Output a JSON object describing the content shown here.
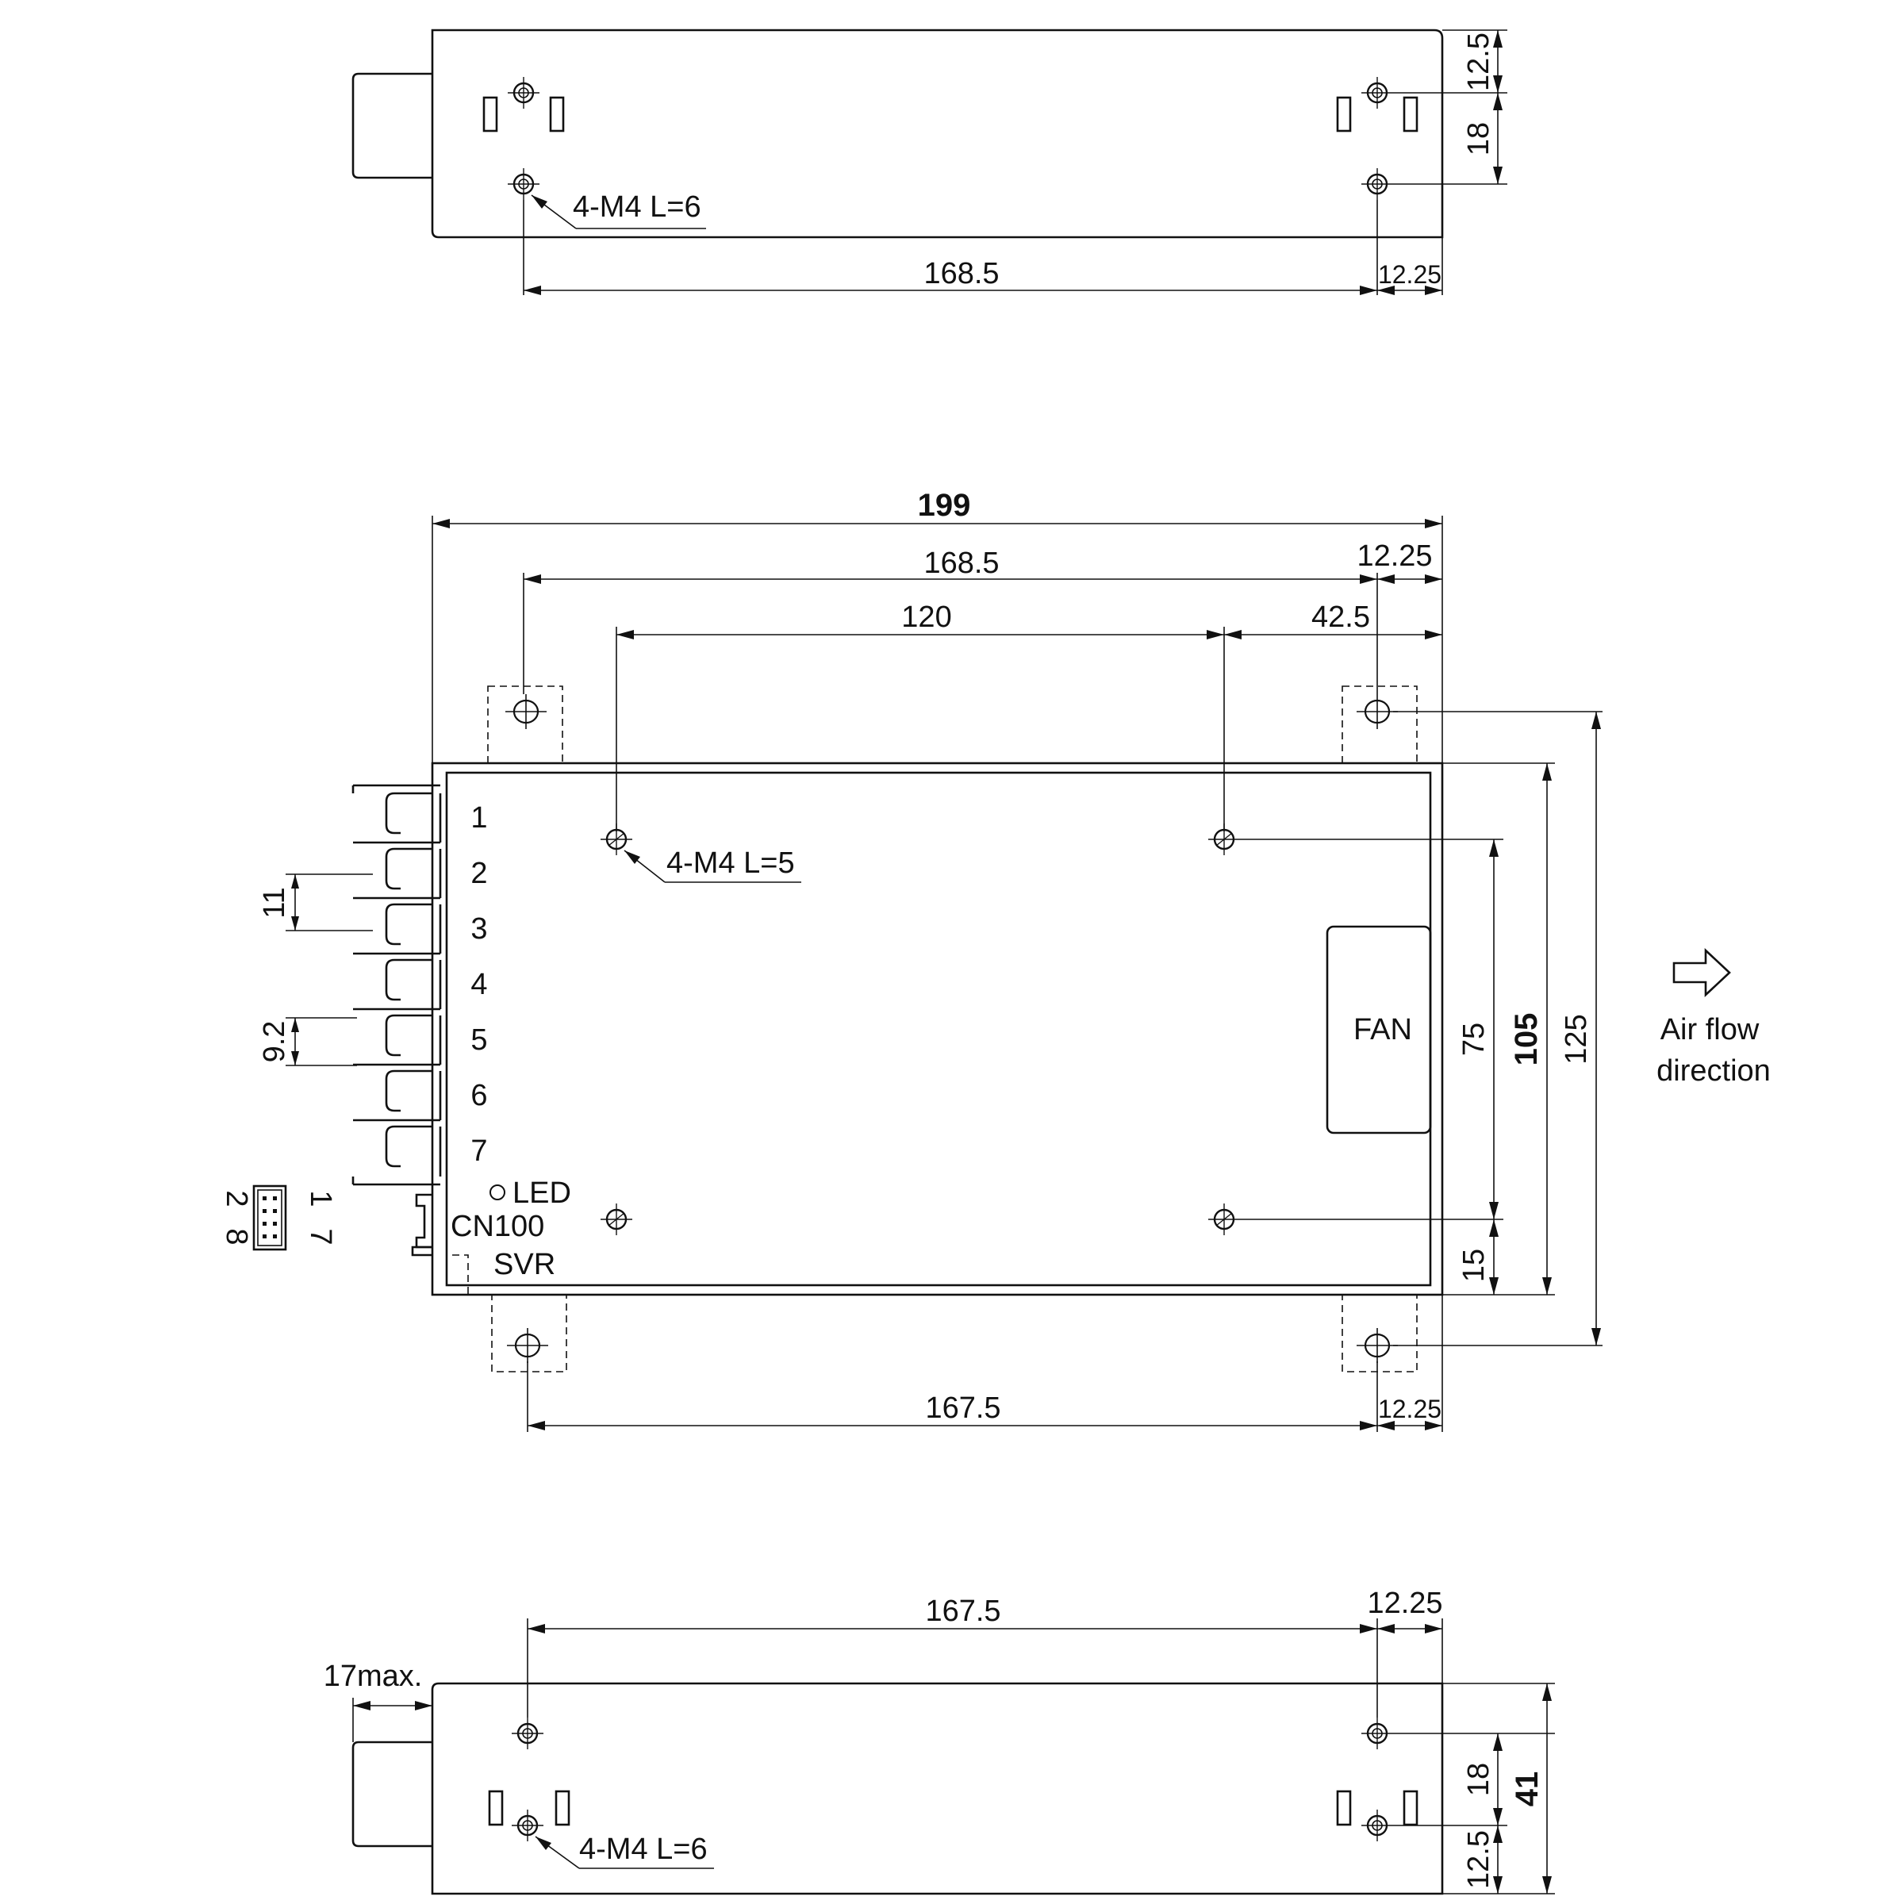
{
  "top_view": {
    "callout": "4-M4 L=6",
    "dim_length": "168.5",
    "dim_offset": "12.25",
    "dim_edge": "12.5",
    "dim_pitch": "18"
  },
  "main_view": {
    "dim_overall": "199",
    "dim_upper_holes": "168.5",
    "dim_upper_offset": "12.25",
    "dim_pcb_holes": "120",
    "dim_pcb_offset": "42.5",
    "callout": "4-M4 L=5",
    "terminals": [
      "1",
      "2",
      "3",
      "4",
      "5",
      "6",
      "7"
    ],
    "dim_term_pitch": "11",
    "dim_term_width": "9.2",
    "connector_pins": [
      "2",
      "8",
      "1",
      "7"
    ],
    "led_label": "LED",
    "cn_label": "CN100",
    "svr_label": "SVR",
    "fan_label": "FAN",
    "dim_75": "75",
    "dim_105": "105",
    "dim_125": "125",
    "dim_15": "15",
    "dim_lower_holes": "167.5",
    "dim_lower_offset": "12.25",
    "airflow_line1": "Air flow",
    "airflow_line2": "direction"
  },
  "bottom_view": {
    "dim_length": "167.5",
    "dim_offset": "12.25",
    "dim_knob": "17max.",
    "dim_pitch": "18",
    "dim_edge": "12.5",
    "dim_height": "41",
    "callout": "4-M4 L=6"
  }
}
